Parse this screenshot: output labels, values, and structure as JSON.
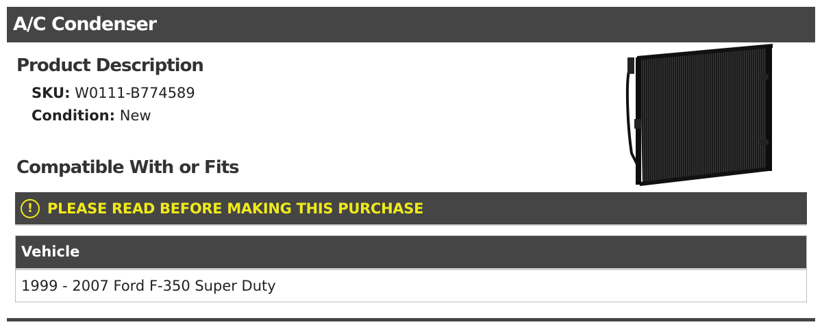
{
  "title": "A/C Condenser",
  "description": {
    "heading": "Product Description",
    "sku_label": "SKU:",
    "sku_value": "W0111-B774589",
    "condition_label": "Condition:",
    "condition_value": "New"
  },
  "compat": {
    "heading": "Compatible With or Fits",
    "warning_icon": "!",
    "warning_text": "PLEASE READ BEFORE MAKING THIS PURCHASE",
    "table_header": "Vehicle",
    "rows": [
      "1999 - 2007 Ford F-350 Super Duty"
    ]
  },
  "colors": {
    "bar": "#454545",
    "warning": "#f0ea1a"
  },
  "icons": {
    "warning": "exclamation-circle-icon",
    "product_image": "condenser-image"
  }
}
